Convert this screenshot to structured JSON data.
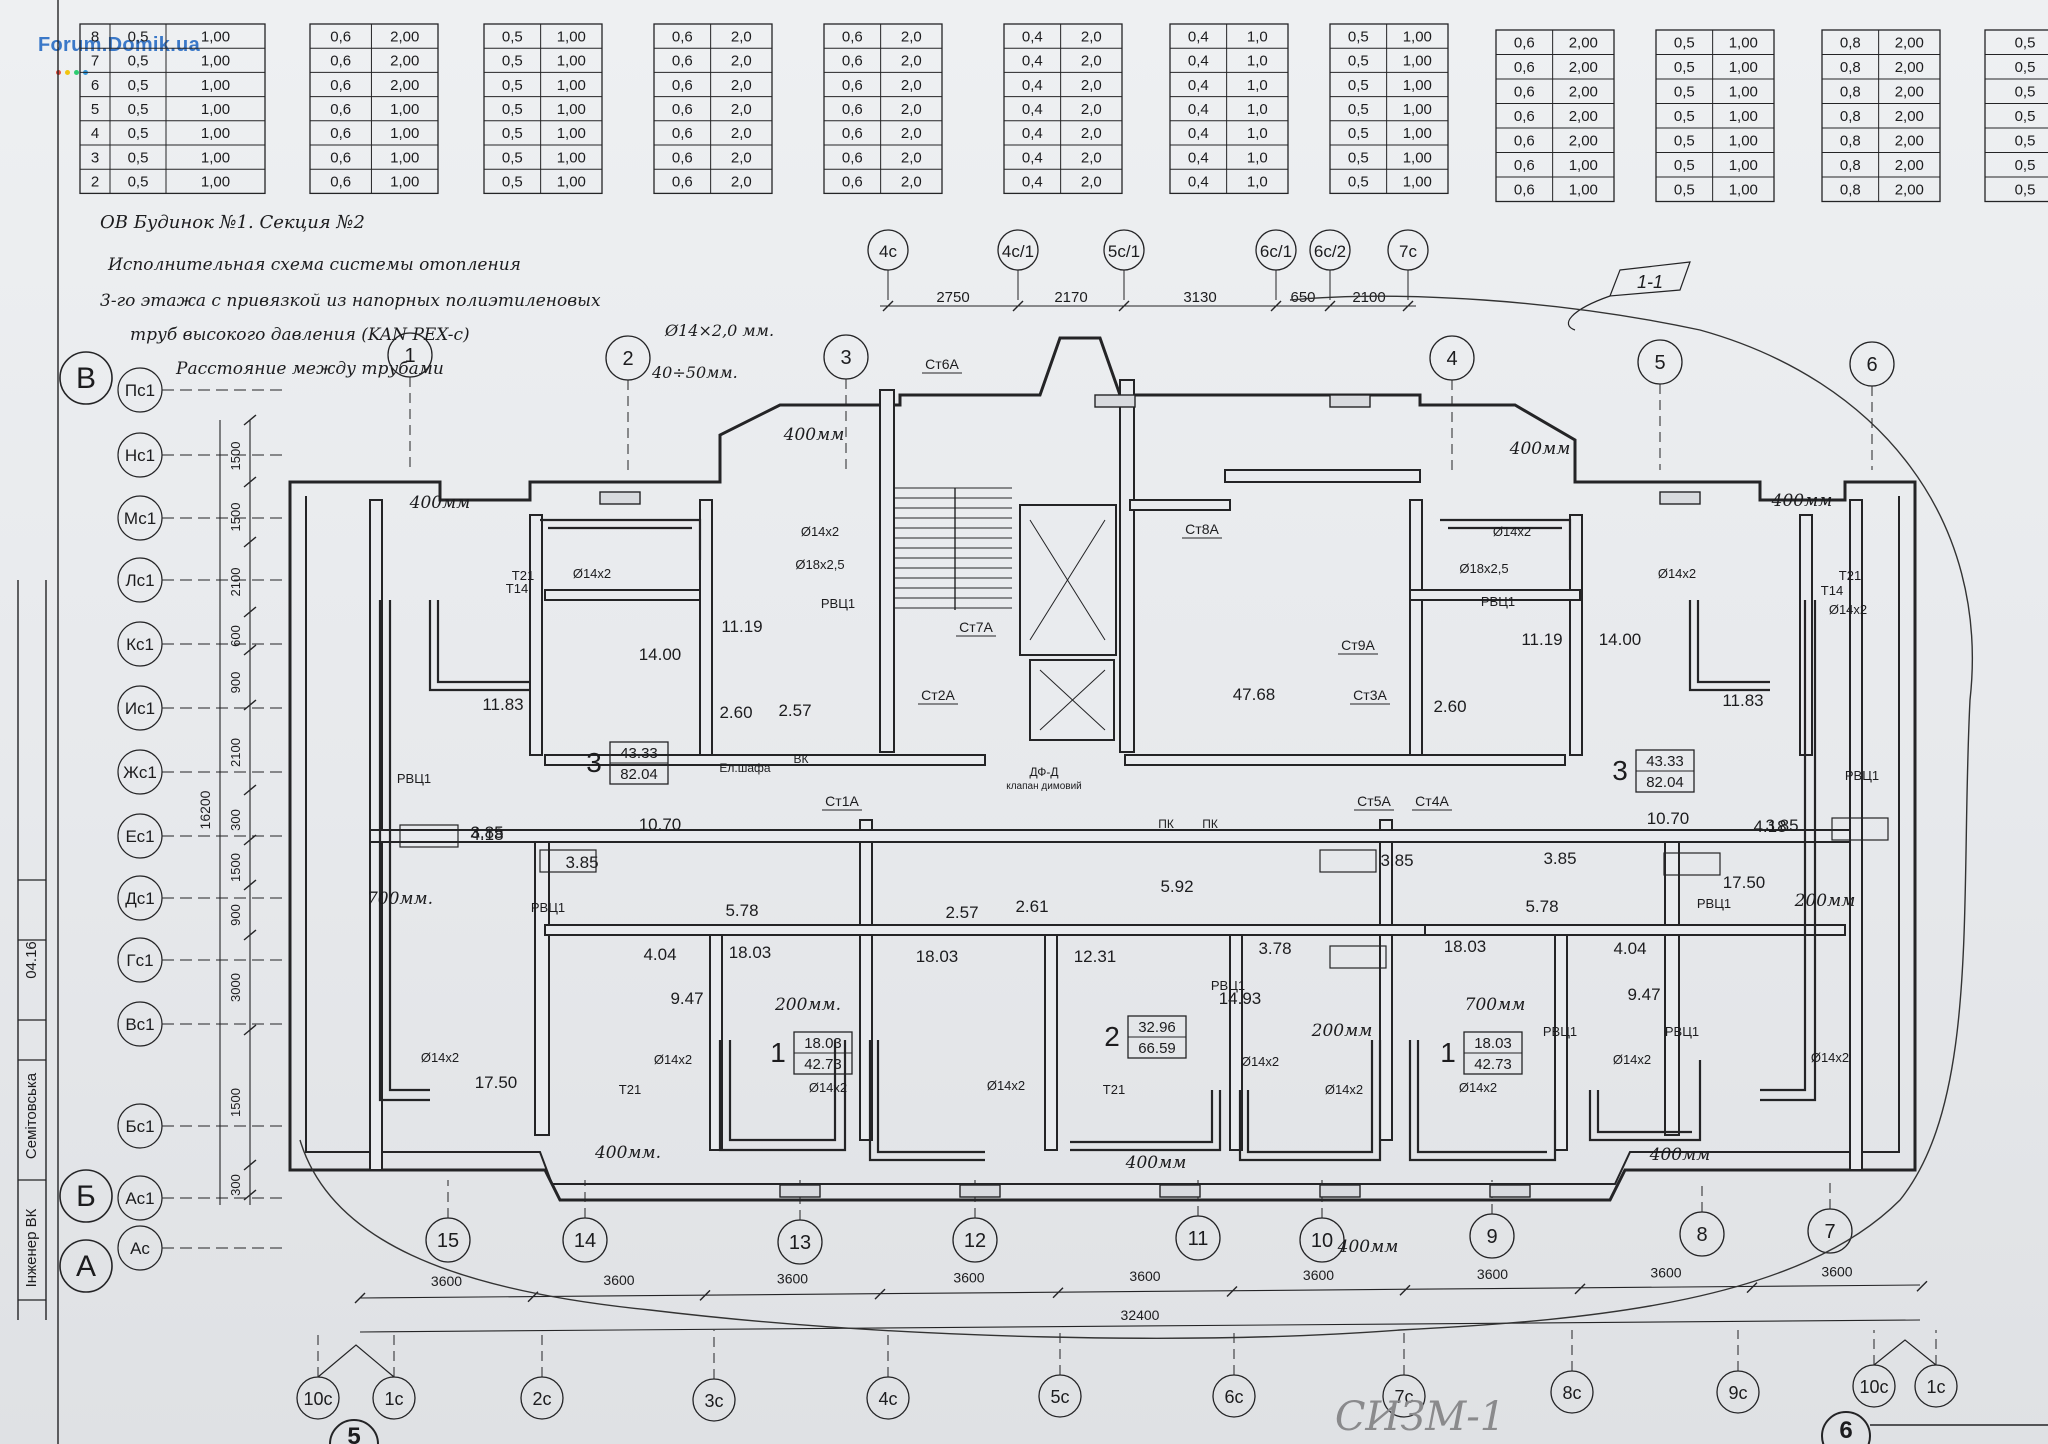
{
  "watermark": "Forum.Domik.ua",
  "tables": [
    {
      "rows": [
        [
          "8",
          "0,5",
          "1,00"
        ],
        [
          "7",
          "0,5",
          "1,00"
        ],
        [
          "6",
          "0,5",
          "1,00"
        ],
        [
          "5",
          "0,5",
          "1,00"
        ],
        [
          "4",
          "0,5",
          "1,00"
        ],
        [
          "3",
          "0,5",
          "1,00"
        ],
        [
          "2",
          "0,5",
          "1,00"
        ]
      ]
    },
    {
      "rows": [
        [
          "0,6",
          "2,00"
        ],
        [
          "0,6",
          "2,00"
        ],
        [
          "0,6",
          "2,00"
        ],
        [
          "0,6",
          "1,00"
        ],
        [
          "0,6",
          "1,00"
        ],
        [
          "0,6",
          "1,00"
        ],
        [
          "0,6",
          "1,00"
        ]
      ]
    },
    {
      "rows": [
        [
          "0,5",
          "1,00"
        ],
        [
          "0,5",
          "1,00"
        ],
        [
          "0,5",
          "1,00"
        ],
        [
          "0,5",
          "1,00"
        ],
        [
          "0,5",
          "1,00"
        ],
        [
          "0,5",
          "1,00"
        ],
        [
          "0,5",
          "1,00"
        ]
      ]
    },
    {
      "rows": [
        [
          "0,6",
          "2,0"
        ],
        [
          "0,6",
          "2,0"
        ],
        [
          "0,6",
          "2,0"
        ],
        [
          "0,6",
          "2,0"
        ],
        [
          "0,6",
          "2,0"
        ],
        [
          "0,6",
          "2,0"
        ],
        [
          "0,6",
          "2,0"
        ]
      ]
    },
    {
      "rows": [
        [
          "0,6",
          "2,0"
        ],
        [
          "0,6",
          "2,0"
        ],
        [
          "0,6",
          "2,0"
        ],
        [
          "0,6",
          "2,0"
        ],
        [
          "0,6",
          "2,0"
        ],
        [
          "0,6",
          "2,0"
        ],
        [
          "0,6",
          "2,0"
        ]
      ]
    },
    {
      "rows": [
        [
          "0,4",
          "2,0"
        ],
        [
          "0,4",
          "2,0"
        ],
        [
          "0,4",
          "2,0"
        ],
        [
          "0,4",
          "2,0"
        ],
        [
          "0,4",
          "2,0"
        ],
        [
          "0,4",
          "2,0"
        ],
        [
          "0,4",
          "2,0"
        ]
      ]
    },
    {
      "rows": [
        [
          "0,4",
          "1,0"
        ],
        [
          "0,4",
          "1,0"
        ],
        [
          "0,4",
          "1,0"
        ],
        [
          "0,4",
          "1,0"
        ],
        [
          "0,4",
          "1,0"
        ],
        [
          "0,4",
          "1,0"
        ],
        [
          "0,4",
          "1,0"
        ]
      ]
    },
    {
      "rows": [
        [
          "0,5",
          "1,00"
        ],
        [
          "0,5",
          "1,00"
        ],
        [
          "0,5",
          "1,00"
        ],
        [
          "0,5",
          "1,00"
        ],
        [
          "0,5",
          "1,00"
        ],
        [
          "0,5",
          "1,00"
        ],
        [
          "0,5",
          "1,00"
        ]
      ]
    },
    {
      "rows": [
        [
          "0,6",
          "2,00"
        ],
        [
          "0,6",
          "2,00"
        ],
        [
          "0,6",
          "2,00"
        ],
        [
          "0,6",
          "2,00"
        ],
        [
          "0,6",
          "2,00"
        ],
        [
          "0,6",
          "1,00"
        ],
        [
          "0,6",
          "1,00"
        ]
      ]
    },
    {
      "rows": [
        [
          "0,5",
          "1,00"
        ],
        [
          "0,5",
          "1,00"
        ],
        [
          "0,5",
          "1,00"
        ],
        [
          "0,5",
          "1,00"
        ],
        [
          "0,5",
          "1,00"
        ],
        [
          "0,5",
          "1,00"
        ],
        [
          "0,5",
          "1,00"
        ]
      ]
    },
    {
      "rows": [
        [
          "0,8",
          "2,00"
        ],
        [
          "0,8",
          "2,00"
        ],
        [
          "0,8",
          "2,00"
        ],
        [
          "0,8",
          "2,00"
        ],
        [
          "0,8",
          "2,00"
        ],
        [
          "0,8",
          "2,00"
        ],
        [
          "0,8",
          "2,00"
        ]
      ]
    },
    {
      "rows": [
        [
          "0,5"
        ],
        [
          "0,5"
        ],
        [
          "0,5"
        ],
        [
          "0,5"
        ],
        [
          "0,5"
        ],
        [
          "0,5"
        ],
        [
          "0,5"
        ]
      ]
    }
  ],
  "notes": [
    "ОВ  Будинок №1. Секция №2",
    "Исполнительная схема системы отопления",
    "3-го этажа с привязкой из напорных полиэтиленовых",
    "труб высокого давления (KAN PEX-c)",
    "Ø14×2,0 мм.",
    "Расстояние между трубами",
    "40÷50мм."
  ],
  "section_mark": "1-1",
  "axes_top": [
    "4c",
    "4c/1",
    "5c/1",
    "6c/1",
    "6c/2",
    "7c"
  ],
  "dims_top": [
    "2750",
    "2170",
    "3130",
    "650",
    "2100"
  ],
  "axes_upper_nums": [
    "1",
    "2",
    "3",
    "4",
    "5",
    "6"
  ],
  "axes_lower_nums": [
    "15",
    "14",
    "13",
    "12",
    "11",
    "10",
    "9",
    "8",
    "7"
  ],
  "axes_bottom": [
    "10c",
    "1c",
    "2c",
    "3c",
    "4c",
    "5c",
    "6c",
    "7c",
    "8c",
    "9c",
    "10c",
    "1c"
  ],
  "dims_bottom": [
    "3600",
    "3600",
    "3600",
    "3600",
    "3600",
    "3600",
    "3600",
    "3600",
    "3600"
  ],
  "dim_total": "32400",
  "row_axes": [
    "Пс1",
    "Нс1",
    "Мс1",
    "Лс1",
    "Кс1",
    "Ис1",
    "Жс1",
    "Ес1",
    "Дс1",
    "Гс1",
    "Вс1",
    "Бс1",
    "Ас1",
    "Ас"
  ],
  "row_dims": [
    "1500",
    "1500",
    "2100",
    "600",
    "900",
    "2100",
    "300",
    "1500",
    "900",
    "3000",
    "1500",
    "300"
  ],
  "total_height": "16200",
  "big_letters": [
    "В",
    "Б",
    "А"
  ],
  "bottom_circles": [
    "5",
    "6"
  ],
  "apartments": [
    {
      "num": "3",
      "area1": "43.33",
      "area2": "82.04"
    },
    {
      "num": "1",
      "area1": "18.03",
      "area2": "42.73"
    },
    {
      "num": "2",
      "area1": "32.96",
      "area2": "66.59"
    },
    {
      "num": "1",
      "area1": "18.03",
      "area2": "42.73"
    },
    {
      "num": "3",
      "area1": "43.33",
      "area2": "82.04"
    }
  ],
  "room_areas": [
    "14.00",
    "11.19",
    "2.60",
    "2.57",
    "11.83",
    "10.70",
    "3.85",
    "4.18",
    "3.85",
    "5.78",
    "4.04",
    "18.03",
    "9.47",
    "17.50",
    "2.57",
    "2.61",
    "18.03",
    "12.31",
    "5.92",
    "3.78",
    "14.93",
    "18.03",
    "5.78",
    "3.85",
    "11.19",
    "14.00",
    "2.60",
    "11.83",
    "10.70",
    "4.18",
    "3.85",
    "3.85",
    "17.50",
    "4.04",
    "9.47",
    "47.68"
  ],
  "risers": [
    "Ст6А",
    "Ст8А",
    "Ст7А",
    "Ст9А",
    "Ст2А",
    "Ст3А",
    "Ст1А",
    "Ст5А",
    "Ст4А"
  ],
  "pipe_labels": [
    "Ø14x2",
    "Ø18x2,5",
    "Т21",
    "Т14",
    "РВЦ1"
  ],
  "distance_notes": [
    "400мм",
    "400мм",
    "400мм",
    "400мм",
    "700мм.",
    "200мм.",
    "200мм",
    "200мм",
    "700мм",
    "400мм.",
    "400мм",
    "400мм",
    "400мм"
  ],
  "misc_labels": [
    "Ел.шафа",
    "ВК",
    "ДФ-Д",
    "клапан димовий",
    "ПК",
    "ПК"
  ],
  "title_block": [
    "Інженер ВК",
    "Семітовська",
    "04.16"
  ],
  "stamp": "СИЗМ-1"
}
